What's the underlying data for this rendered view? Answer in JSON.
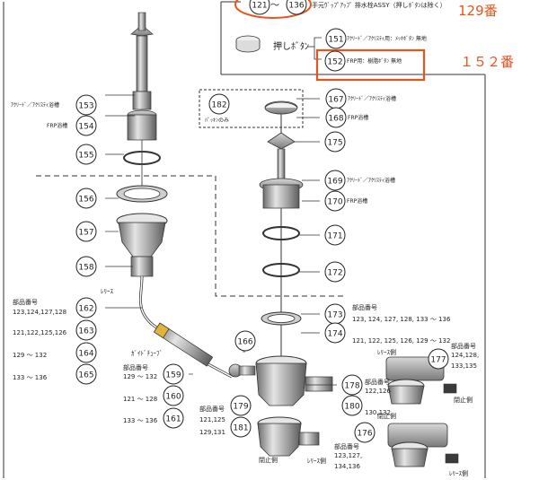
{
  "colors": {
    "ink": "#222222",
    "accent": "#e8541c",
    "metal": "#9a9a9a",
    "metal_dark": "#555555",
    "paper": "#ffffff"
  },
  "header": {
    "range_from": "121",
    "range_sep": "〜",
    "range_to": "136",
    "assembly_title": "手元ｳﾞｯﾌﾟｱｯﾌﾟ 排水栓ASSY（押しﾎﾞﾀﾝは除く）",
    "highlight_129": "129番",
    "highlight_152": "１５２番",
    "push_button_label": "押しﾎﾞﾀﾝ"
  },
  "parts": [
    {
      "num": "121",
      "note": ""
    },
    {
      "num": "136",
      "note": ""
    },
    {
      "num": "151",
      "note": "ｱｸﾘｰﾄﾞ／ｱｸﾘｽﾃｨ用：ﾒｯｷﾎﾞﾀﾝ 無地"
    },
    {
      "num": "152",
      "note": "FRP用：樹脂ﾎﾞﾀﾝ 無地"
    },
    {
      "num": "153",
      "note": "ｱｸﾘｰﾄﾞ／ｱｸﾘｽﾃｨ浴槽"
    },
    {
      "num": "154",
      "note": "FRP浴槽"
    },
    {
      "num": "155",
      "note": ""
    },
    {
      "num": "156",
      "note": ""
    },
    {
      "num": "157",
      "note": ""
    },
    {
      "num": "158",
      "note": ""
    },
    {
      "num": "162",
      "note": ""
    },
    {
      "num": "163",
      "note": ""
    },
    {
      "num": "164",
      "note": ""
    },
    {
      "num": "165",
      "note": ""
    },
    {
      "num": "159",
      "note": ""
    },
    {
      "num": "160",
      "note": ""
    },
    {
      "num": "161",
      "note": ""
    },
    {
      "num": "166",
      "note": ""
    },
    {
      "num": "182",
      "note": "ﾊﾟｯｷﾝのみ"
    },
    {
      "num": "167",
      "note": "ｱｸﾘｰﾄﾞ／ｱｸﾘｽﾃｨ浴槽"
    },
    {
      "num": "168",
      "note": "FRP浴槽"
    },
    {
      "num": "175",
      "note": ""
    },
    {
      "num": "169",
      "note": "ｱｸﾘｰﾄﾞ／ｱｸﾘｽﾃｨ浴槽"
    },
    {
      "num": "170",
      "note": "FRP浴槽"
    },
    {
      "num": "171",
      "note": ""
    },
    {
      "num": "172",
      "note": ""
    },
    {
      "num": "173",
      "note": ""
    },
    {
      "num": "174",
      "note": ""
    },
    {
      "num": "178",
      "note": ""
    },
    {
      "num": "180",
      "note": ""
    },
    {
      "num": "179",
      "note": ""
    },
    {
      "num": "181",
      "note": ""
    },
    {
      "num": "177",
      "note": ""
    },
    {
      "num": "176",
      "note": ""
    }
  ],
  "side_notes": {
    "part_no_left_title": "部品番号",
    "left_groups": [
      "123,124,127,128",
      "121,122,125,126",
      "129 〜 132",
      "133 〜 136"
    ],
    "release_label_left": "ﾚﾘｰｽ",
    "guide_tube_label": "ｶﾞｲﾄﾞﾁｭｰﾌﾞ",
    "guide_title": "部品番号",
    "guide_groups": [
      "129 〜 132",
      "121 〜 128",
      "133 〜 136"
    ],
    "right_mid_title": "部品番号",
    "right_mid_groups": [
      "123, 124, 127, 128, 133 〜 136",
      "121, 122, 125, 126, 129 〜 132"
    ],
    "g178_title": "部品番号",
    "g178_a": "122,126",
    "g178_b": "130,132",
    "g179_title": "部品番号",
    "g179_a": "121,125",
    "g179_b": "129,131",
    "closed_side_a": "閉止側",
    "release_side_a": "ﾚﾘｰｽ側",
    "g177_title": "部品番号",
    "g177_a": "124,128,",
    "g177_b": "133,135",
    "release_side_b": "ﾚﾘｰｽ側",
    "closed_side_b": "閉止側",
    "g176_title": "部品番号",
    "g176_a": "123,127,",
    "g176_b": "134,136",
    "closed_side_c": "閉止側",
    "release_side_c": "ﾚﾘｰｽ側"
  }
}
